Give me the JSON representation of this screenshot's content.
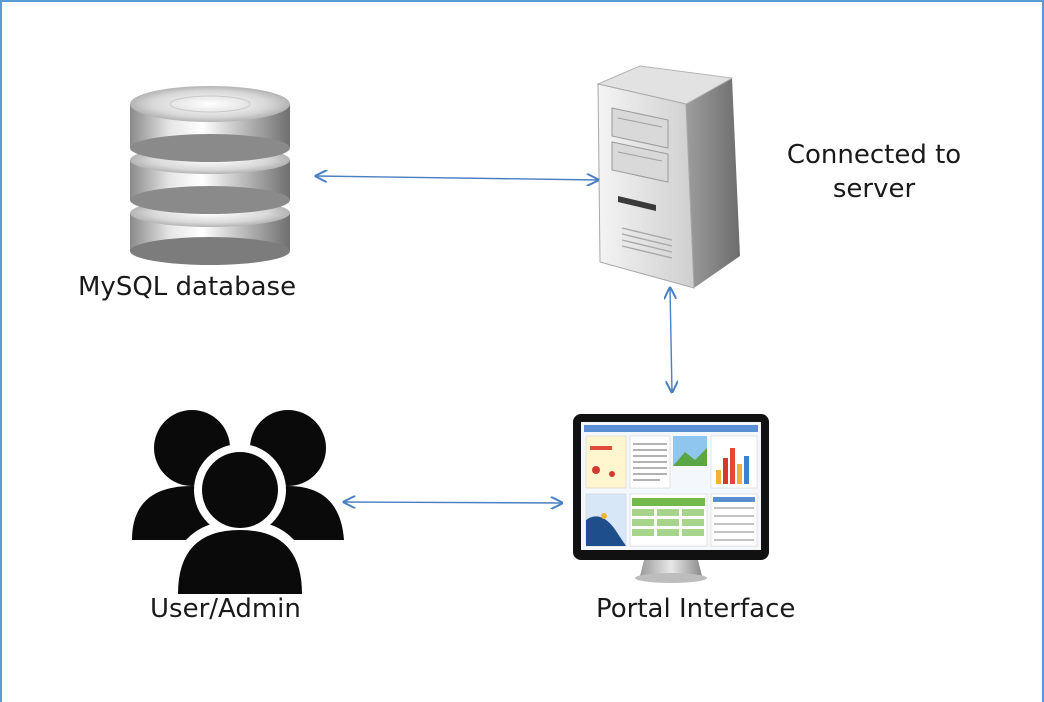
{
  "diagram": {
    "nodes": {
      "database": {
        "label": "MySQL database",
        "icon": "database-icon"
      },
      "server": {
        "label": "Connected to\nserver",
        "icon": "server-tower-icon"
      },
      "users": {
        "label": "User/Admin",
        "icon": "users-group-icon"
      },
      "portal": {
        "label": "Portal Interface",
        "icon": "monitor-dashboard-icon"
      }
    },
    "connections": [
      {
        "from": "database",
        "to": "server",
        "style": "bidirectional"
      },
      {
        "from": "server",
        "to": "portal",
        "style": "bidirectional"
      },
      {
        "from": "users",
        "to": "portal",
        "style": "bidirectional"
      }
    ],
    "colors": {
      "border": "#5b9bd5",
      "arrow": "#4a7fc1",
      "text": "#1a1a1a"
    }
  }
}
